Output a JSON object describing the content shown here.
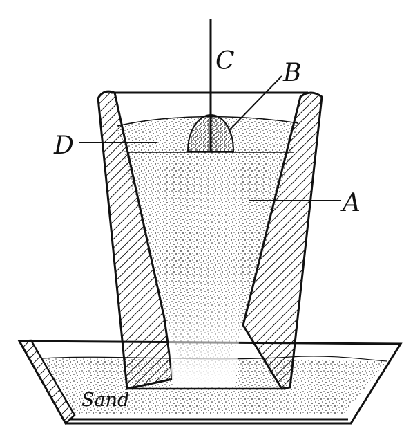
{
  "labels": {
    "a": "A",
    "b": "B",
    "c": "C",
    "d": "D",
    "sand": "Sand"
  },
  "colors": {
    "ink": "#111111",
    "paper": "#ffffff"
  }
}
